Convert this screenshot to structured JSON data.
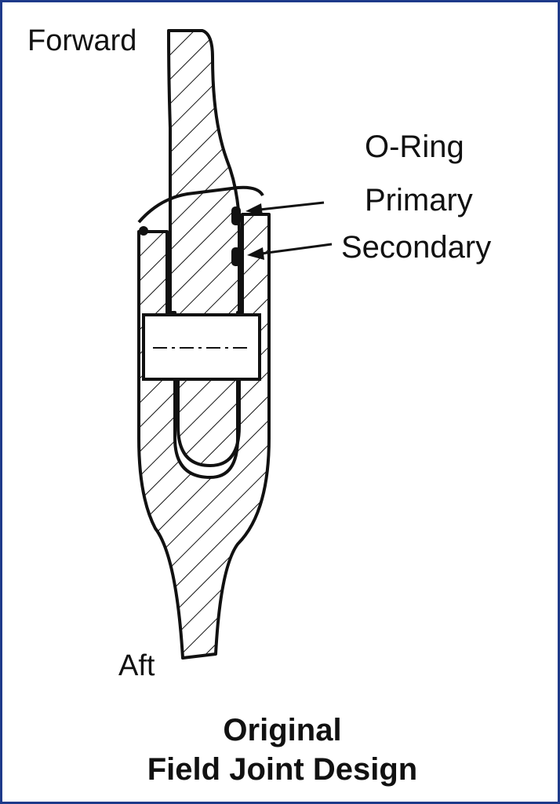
{
  "labels": {
    "forward": "Forward",
    "oring": "O-Ring",
    "primary": "Primary",
    "secondary": "Secondary",
    "aft": "Aft"
  },
  "caption": {
    "line1": "Original",
    "line2": "Field Joint Design"
  },
  "colors": {
    "ink": "#111111",
    "frame": "#1e3a8a",
    "background": "#ffffff"
  }
}
